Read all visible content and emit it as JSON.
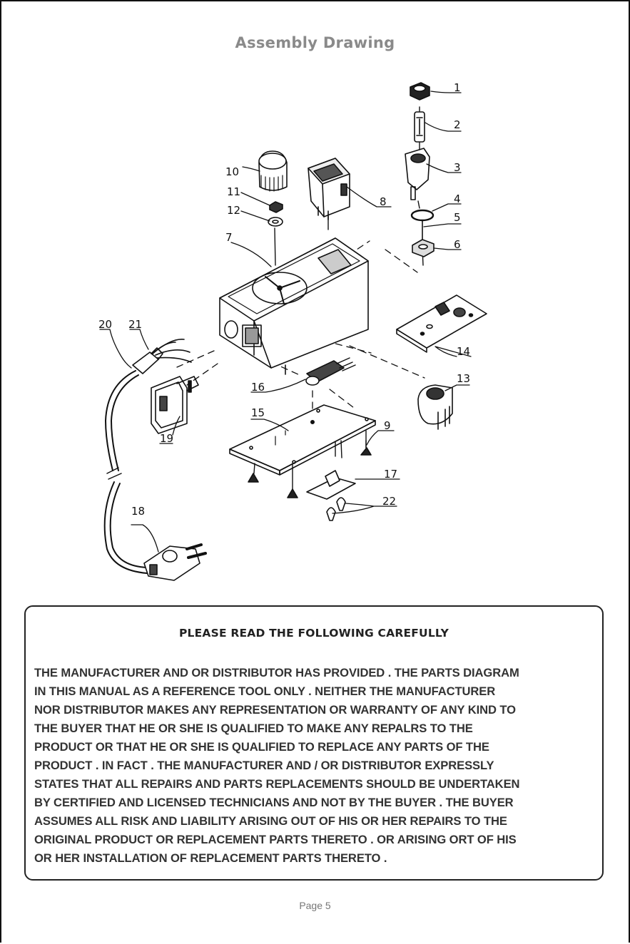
{
  "page": {
    "title": "Assembly Drawing",
    "page_number": "Page 5"
  },
  "drawing": {
    "part_labels": [
      "1",
      "2",
      "3",
      "4",
      "5",
      "6",
      "7",
      "8",
      "9",
      "10",
      "11",
      "12",
      "13",
      "14",
      "15",
      "16",
      "17",
      "18",
      "19",
      "20",
      "21",
      "22"
    ]
  },
  "notice": {
    "heading": "PLEASE READ THE FOLLOWING CAREFULLY",
    "body": "THE MANUFACTURER AND OR DISTRIBUTOR HAS PROVIDED . THE PARTS DIAGRAM\nIN THIS MANUAL AS A REFERENCE TOOL ONLY . NEITHER THE MANUFACTURER\nNOR DISTRIBUTOR MAKES ANY REPRESENTATION OR WARRANTY OF ANY KIND TO\nTHE BUYER THAT HE OR SHE IS QUALIFIED TO MAKE ANY REPALRS TO THE\nPRODUCT OR THAT HE OR SHE IS QUALIFIED TO REPLACE ANY PARTS OF THE\nPRODUCT . IN FACT . THE MANUFACTURER AND / OR DISTRIBUTOR EXPRESSLY\nSTATES THAT ALL REPAIRS AND PARTS REPLACEMENTS SHOULD BE UNDERTAKEN\nBY CERTIFIED AND LICENSED TECHNICIANS AND NOT BY THE BUYER . THE BUYER\nASSUMES ALL RISK AND LIABILITY ARISING OUT OF HIS OR HER REPAIRS TO THE\nORIGINAL PRODUCT OR REPLACEMENT PARTS THERETO . OR ARISING ORT OF HIS\nOR HER INSTALLATION OF REPLACEMENT PARTS THERETO ."
  }
}
